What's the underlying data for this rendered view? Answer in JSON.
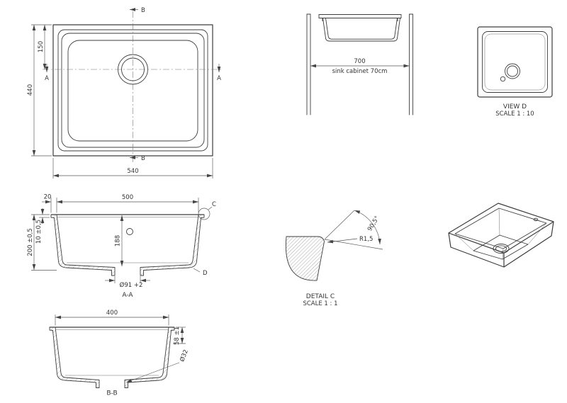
{
  "views": {
    "top": {
      "section_b": "B",
      "section_a": "A",
      "dim_height": "440",
      "dim_drain_offset": "150",
      "dim_width": "540"
    },
    "cabinet": {
      "dim_width": "700",
      "caption": "sink cabinet 70cm"
    },
    "view_d": {
      "title": "VIEW D",
      "scale": "SCALE 1 : 10"
    },
    "section_aa": {
      "title": "A-A",
      "dim_flange": "20",
      "dim_inner_width": "500",
      "dim_rim_thickness": "10 ±0,5",
      "dim_depth": "200 ±0,5",
      "dim_inner_depth": "188",
      "dim_drain": "Ø91 +2",
      "callout_c": "C",
      "callout_d": "D"
    },
    "detail_c": {
      "title": "DETAIL C",
      "scale": "SCALE 1 : 1",
      "dim_radius": "R1,5",
      "dim_angle": "90,5°"
    },
    "section_bb": {
      "title": "B-B",
      "dim_inner_width": "400",
      "dim_depth": "58 ±1",
      "dim_drain_pipe": "Ø32"
    }
  }
}
